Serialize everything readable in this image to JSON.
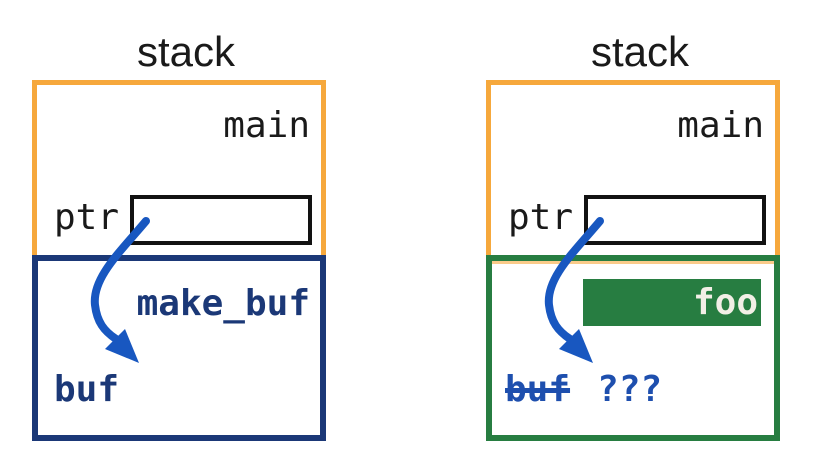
{
  "colors": {
    "frame_orange": "#F6A83C",
    "frame_navy": "#1B3877",
    "frame_green": "#277D41",
    "arrow_blue": "#1857C0",
    "text_blue": "#1E4FAE",
    "text_black": "#1A1A1A",
    "foo_text": "#F2EFE6",
    "background": "#FFFFFF"
  },
  "left_diagram": {
    "title": "stack",
    "caller_frame_label": "main",
    "pointer_label": "ptr",
    "callee_frame_label": "make_buf",
    "variable_label": "buf"
  },
  "right_diagram": {
    "title": "stack",
    "caller_frame_label": "main",
    "pointer_label": "ptr",
    "callee_frame_label": "foo",
    "freed_variable_label": "buf",
    "unknown_value_label": "???"
  }
}
